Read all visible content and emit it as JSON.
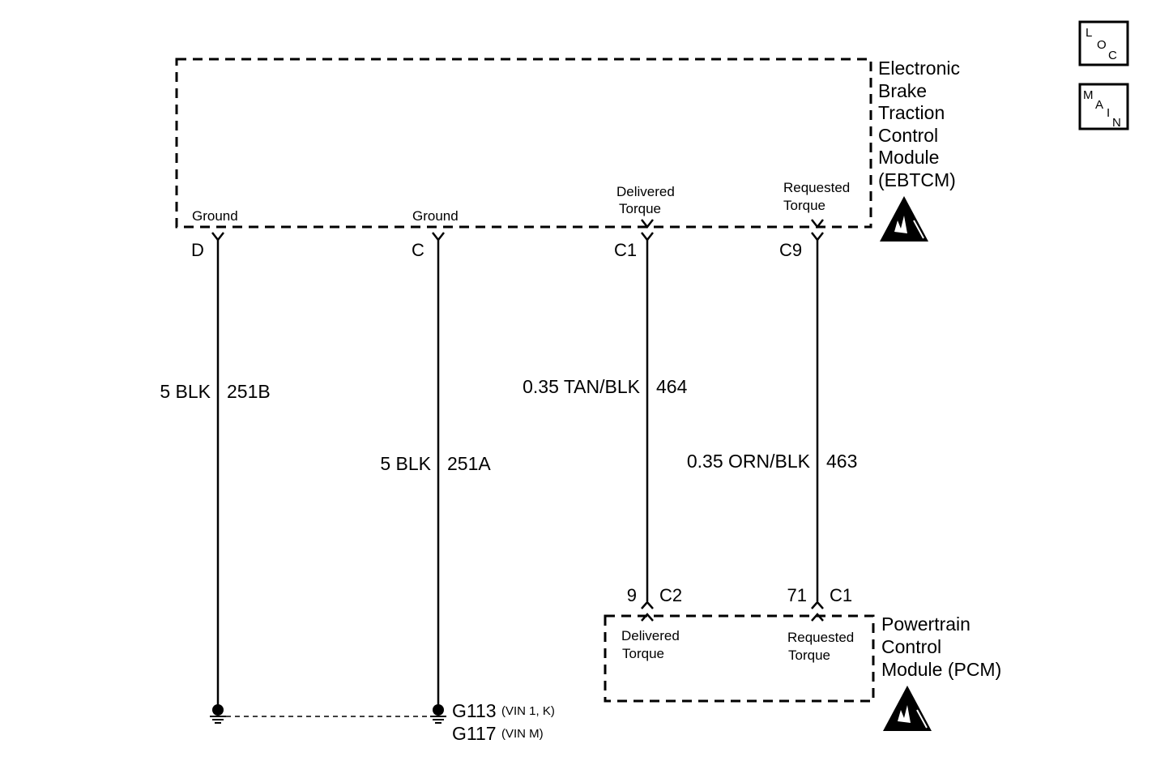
{
  "nav": {
    "loc_letters": [
      "L",
      "O",
      "C"
    ],
    "main_letters": [
      "M",
      "A",
      "I",
      "N"
    ]
  },
  "ebtcm": {
    "name_lines": [
      "Electronic",
      "Brake",
      "Traction",
      "Control",
      "Module",
      "(EBTCM)"
    ],
    "pins": [
      {
        "label": "Ground",
        "pin": "D"
      },
      {
        "label": "Ground",
        "pin": "C"
      },
      {
        "label_lines": [
          "Delivered",
          "Torque"
        ],
        "pin": "C1"
      },
      {
        "label_lines": [
          "Requested",
          "Torque"
        ],
        "pin": "C9"
      }
    ]
  },
  "wires": [
    {
      "gauge_color": "5 BLK",
      "circuit": "251B"
    },
    {
      "gauge_color": "5 BLK",
      "circuit": "251A"
    },
    {
      "gauge_color": "0.35 TAN/BLK",
      "circuit": "464"
    },
    {
      "gauge_color": "0.35 ORN/BLK",
      "circuit": "463"
    }
  ],
  "pcm": {
    "name_lines": [
      "Powertrain",
      "Control",
      "Module (PCM)"
    ],
    "pins": [
      {
        "pin": "9",
        "connector": "C2",
        "label_lines": [
          "Delivered",
          "Torque"
        ]
      },
      {
        "pin": "71",
        "connector": "C1",
        "label_lines": [
          "Requested",
          "Torque"
        ]
      }
    ]
  },
  "grounds": [
    {
      "id": "G113",
      "note": "(VIN 1, K)"
    },
    {
      "id": "G117",
      "note": "(VIN M)"
    }
  ]
}
